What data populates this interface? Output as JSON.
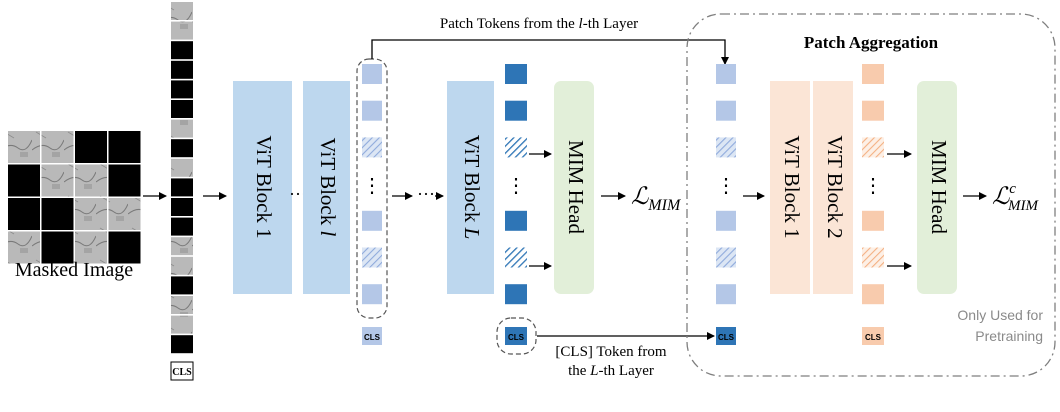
{
  "masked_image": {
    "caption": "Masked Image",
    "grid": [
      [
        "image",
        "image",
        "mask",
        "mask"
      ],
      [
        "mask",
        "image",
        "image",
        "mask"
      ],
      [
        "mask",
        "mask",
        "image",
        "image"
      ],
      [
        "image",
        "mask",
        "image",
        "mask"
      ]
    ]
  },
  "input_sequence": {
    "cells": [
      "image",
      "image",
      "mask",
      "mask",
      "mask",
      "mask",
      "image",
      "mask",
      "image",
      "mask",
      "mask",
      "mask",
      "image",
      "image",
      "mask",
      "image",
      "image",
      "mask"
    ],
    "cls_label": "CLS"
  },
  "encoder": {
    "block_1": "ViT Block 1",
    "block_l": "ViT Block l",
    "block_L": "ViT Block L",
    "ellipsis": "···"
  },
  "tokens": {
    "cls_label": "CLS",
    "vertical_ellipsis": "⋮",
    "layer_l_tokens": [
      "plain",
      "plain",
      "hatched",
      "ellipsis",
      "plain",
      "hatched",
      "plain"
    ],
    "layer_L_tokens": [
      "plain",
      "plain",
      "hatched",
      "ellipsis",
      "plain",
      "hatched",
      "plain"
    ]
  },
  "heads": {
    "mim_head": "MIM Head",
    "loss_main_base": "ℒ",
    "loss_main_sub": "MIM",
    "loss_agg_base": "ℒ",
    "loss_agg_sup": "c",
    "loss_agg_sub": "MIM"
  },
  "aggregation": {
    "title": "Patch Aggregation",
    "block_1": "ViT Block 1",
    "block_2": "ViT Block 2",
    "note_line1": "Only Used for",
    "note_line2": "Pretraining"
  },
  "annotations": {
    "patch_tokens_pre": "Patch Tokens from the ",
    "patch_tokens_var": "l",
    "patch_tokens_post": "-th Layer",
    "cls_line1": "[CLS] Token from",
    "cls_line2_pre": "the ",
    "cls_line2_var": "L",
    "cls_line2_post": "-th Layer"
  },
  "colors": {
    "vit_block": "#bdd7ee",
    "token_light": "#b4c7e7",
    "token_dark": "#2e75b6",
    "mim_head": "#e2efd9",
    "agg_block": "#fbe5d6",
    "token_orange": "#f8cbad",
    "mask": "#000000",
    "dashed_border": "#7f7f7f"
  }
}
